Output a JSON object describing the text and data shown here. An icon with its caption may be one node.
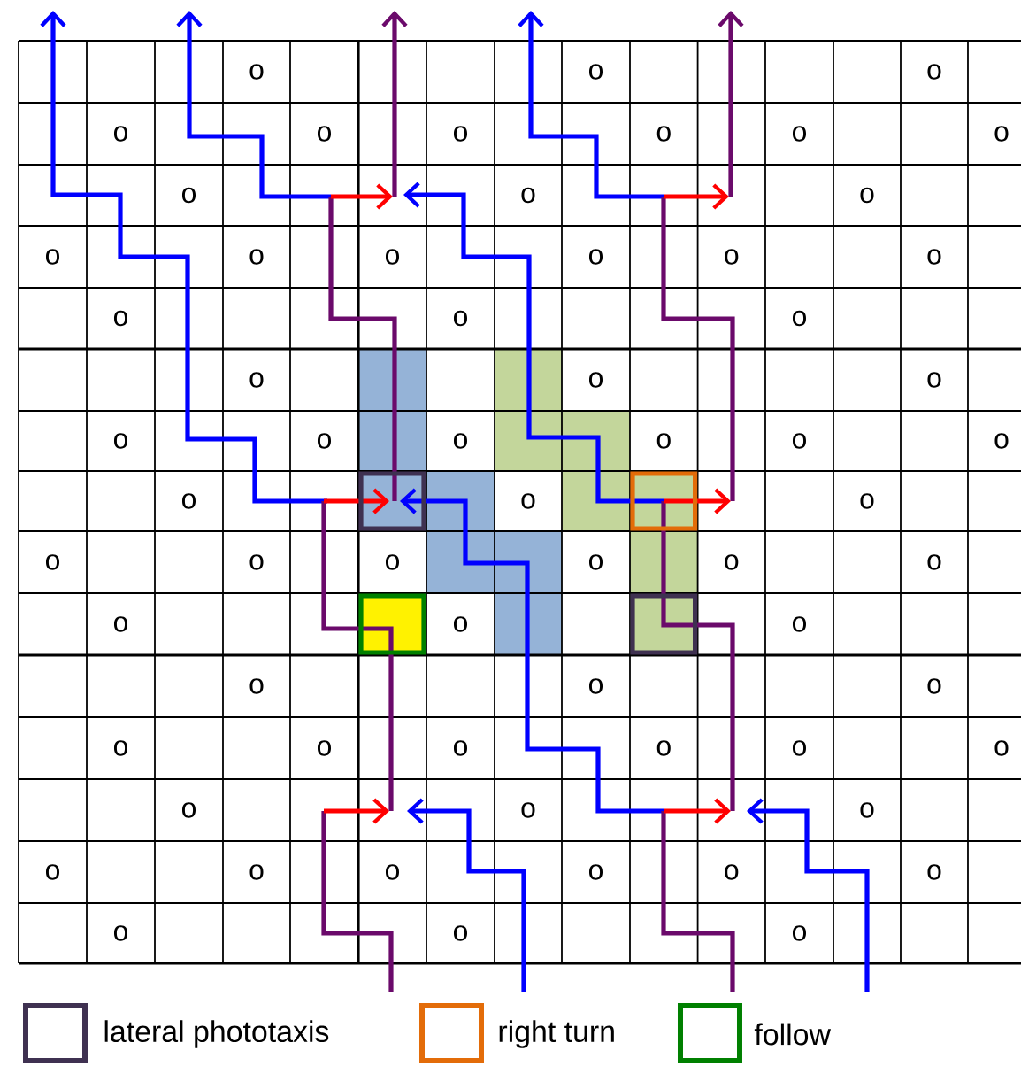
{
  "diagram": {
    "labels": [
      "o",
      "o",
      "o",
      "o",
      "o",
      "o",
      "o",
      "o",
      "o",
      "o",
      "o",
      "o",
      "o",
      "o",
      "o",
      "o",
      "o",
      "o",
      "o",
      "o",
      "o",
      "o",
      "o",
      "o",
      "o",
      "o",
      "o",
      "o",
      "o",
      "o",
      "o",
      "o",
      "o",
      "o",
      "o",
      "o",
      "o",
      "o",
      "o",
      "o",
      "o",
      "o",
      "o",
      "o",
      "o",
      "o",
      "o",
      "o",
      "o",
      "o",
      "o",
      "o",
      "o",
      "o",
      "o",
      "o",
      "o",
      "o",
      "o",
      "o",
      "o",
      "o",
      "o"
    ],
    "legend": [
      {
        "text": "lateral phototaxis",
        "color": "#3f3151"
      },
      {
        "text": "right turn",
        "color": "#e36c09"
      },
      {
        "text": "follow",
        "color": "#008000"
      }
    ]
  }
}
